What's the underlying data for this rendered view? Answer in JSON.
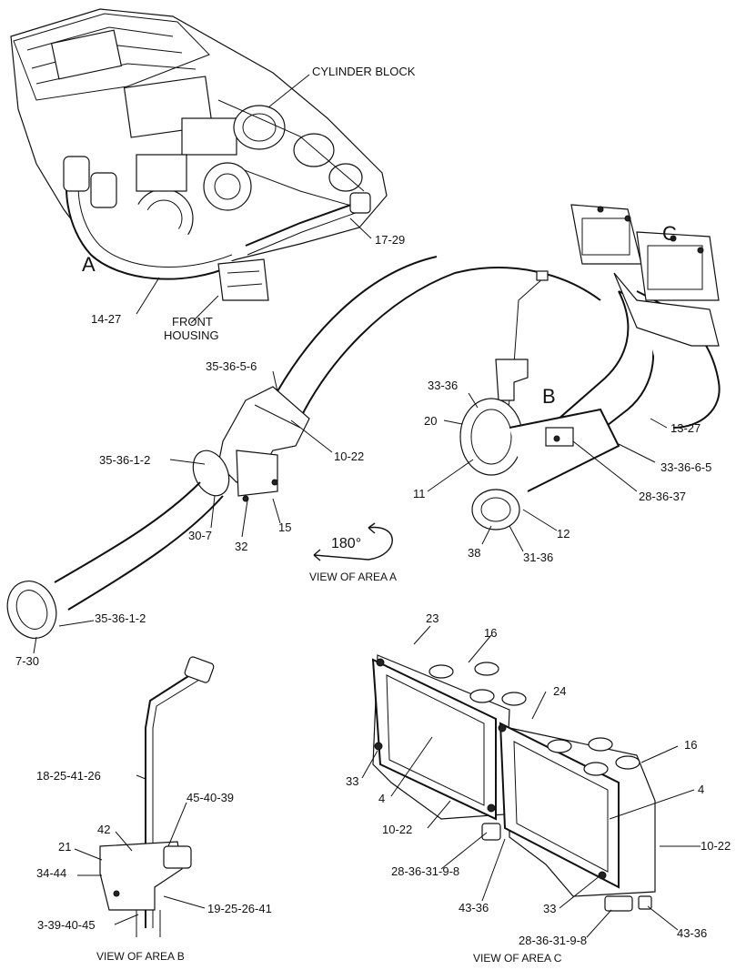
{
  "colors": {
    "ink": "#111111",
    "paper": "#ffffff"
  },
  "labels": {
    "cylinder_block": "CYLINDER BLOCK",
    "front_housing_1": "FRONT",
    "front_housing_2": "HOUSING",
    "area_a": "A",
    "area_b": "B",
    "area_c": "C",
    "p_17_29": "17-29",
    "p_14_27": "14-27",
    "p_35_36_5_6": "35-36-5-6",
    "p_10_22_a": "10-22",
    "p_35_36_1_2_top": "35-36-1-2",
    "p_30_7": "30-7",
    "p_32": "32",
    "p_15": "15",
    "rotation": "180°",
    "view_area_a": "VIEW OF AREA A",
    "p_35_36_1_2_bottom": "35-36-1-2",
    "p_7_30": "7-30",
    "p_33_36": "33-36",
    "p_20": "20",
    "p_11": "11",
    "p_13_27": "13-27",
    "p_33_36_6_5": "33-36-6-5",
    "p_28_36_37": "28-36-37",
    "p_12": "12",
    "p_38": "38",
    "p_31_36": "31-36",
    "p_18_25_41_26": "18-25-41-26",
    "p_45_40_39": "45-40-39",
    "p_42": "42",
    "p_21": "21",
    "p_34_44": "34-44",
    "p_19_25_26_41": "19-25-26-41",
    "p_3_39_40_45": "3-39-40-45",
    "view_area_b": "VIEW OF AREA B",
    "p_23": "23",
    "p_16_top": "16",
    "p_24": "24",
    "p_16_right": "16",
    "p_4_right": "4",
    "p_33_left": "33",
    "p_4_left": "4",
    "p_10_22_left": "10-22",
    "p_10_22_right": "10-22",
    "p_28_36_31_9_8_left": "28-36-31-9-8",
    "p_43_36_left": "43-36",
    "p_33_bottom": "33",
    "p_28_36_31_9_8_bottom": "28-36-31-9-8",
    "p_43_36_right": "43-36",
    "view_area_c": "VIEW OF AREA C"
  }
}
